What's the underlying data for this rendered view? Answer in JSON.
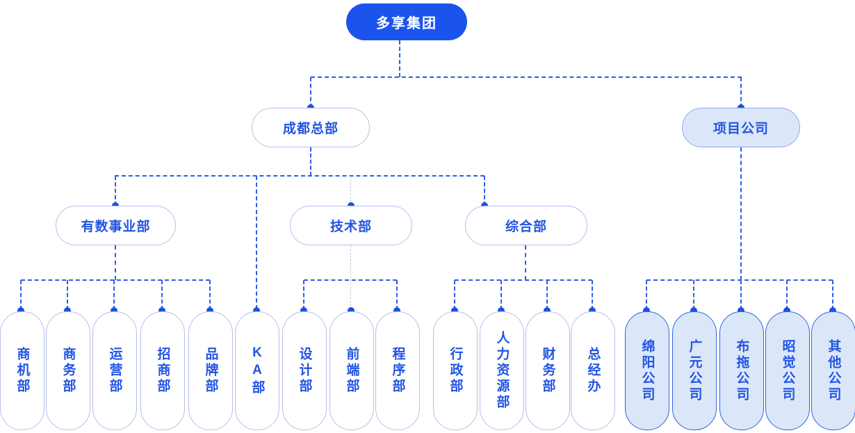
{
  "chart_type": "org-chart",
  "root": {
    "label": "多享集团"
  },
  "branches": {
    "chengdu": {
      "label": "成都总部",
      "parent": "多享集团"
    },
    "project": {
      "label": "项目公司",
      "parent": "多享集团"
    }
  },
  "departments": {
    "youshu": {
      "label": "有数事业部",
      "parent": "成都总部"
    },
    "tech": {
      "label": "技术部",
      "parent": "成都总部"
    },
    "general": {
      "label": "综合部",
      "parent": "成都总部"
    }
  },
  "leaves": [
    {
      "label": "商机部",
      "parent": "有数事业部"
    },
    {
      "label": "商务部",
      "parent": "有数事业部"
    },
    {
      "label": "运营部",
      "parent": "有数事业部"
    },
    {
      "label": "招商部",
      "parent": "有数事业部"
    },
    {
      "label": "品牌部",
      "parent": "有数事业部"
    },
    {
      "label": "KA部",
      "parent": "成都总部"
    },
    {
      "label": "设计部",
      "parent": "技术部"
    },
    {
      "label": "前端部",
      "parent": "技术部"
    },
    {
      "label": "程序部",
      "parent": "技术部"
    },
    {
      "label": "行政部",
      "parent": "综合部"
    },
    {
      "label": "人力资源部",
      "parent": "综合部"
    },
    {
      "label": "财务部",
      "parent": "综合部"
    },
    {
      "label": "总经办",
      "parent": "综合部"
    },
    {
      "label": "绵阳公司",
      "parent": "项目公司"
    },
    {
      "label": "广元公司",
      "parent": "项目公司"
    },
    {
      "label": "布拖公司",
      "parent": "项目公司"
    },
    {
      "label": "昭觉公司",
      "parent": "项目公司"
    },
    {
      "label": "其他公司",
      "parent": "项目公司"
    }
  ],
  "colors": {
    "root_fill": "#1b54ec",
    "text_blue": "#2254e3",
    "line_dashed": "#2f5ce8",
    "line_light": "#c3c9e2",
    "pill_border_light": "#b6bfea",
    "pill_border_strong": "#2e62e6",
    "pill_fill_light_blue": "#dbe7f8",
    "dot": "#1d4fe8"
  }
}
